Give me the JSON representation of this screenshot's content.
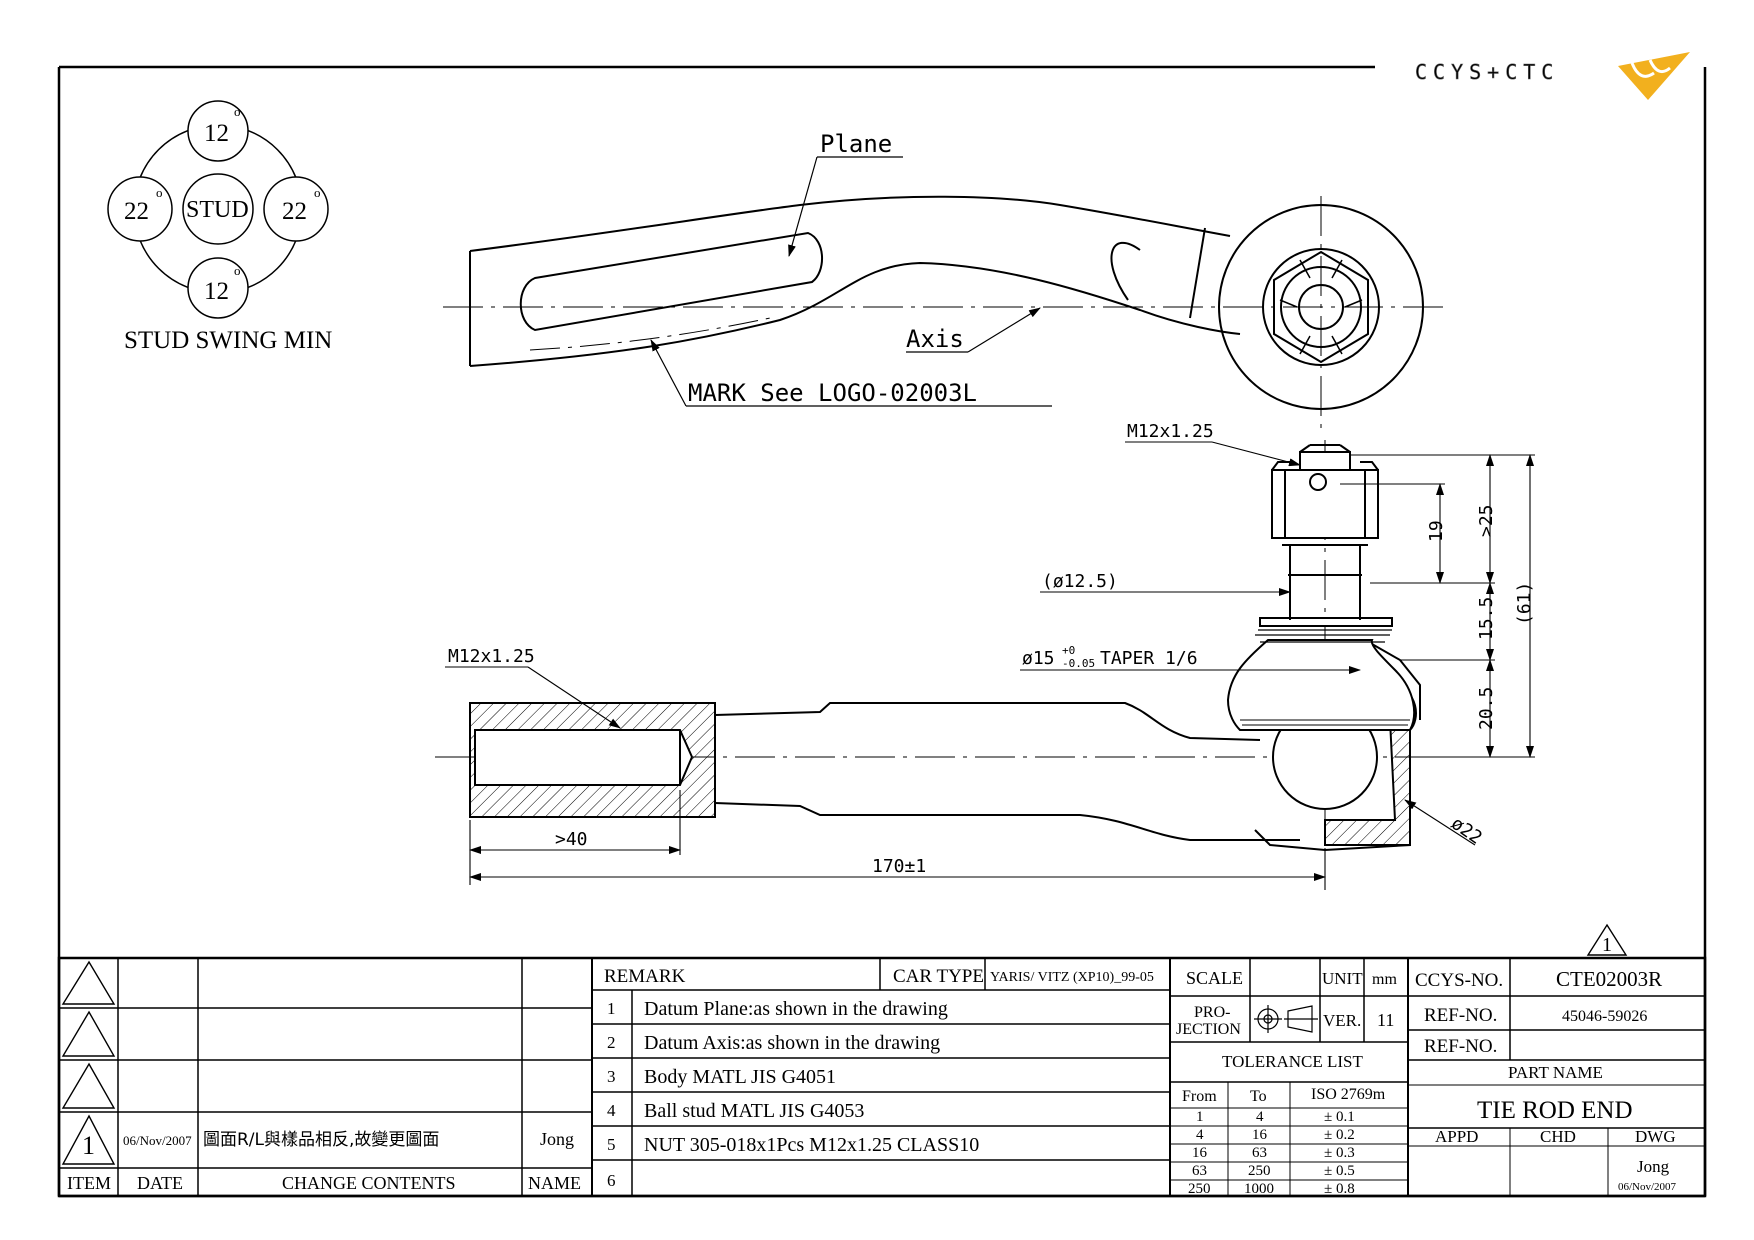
{
  "logo": {
    "text": "CCYS+CTC"
  },
  "swing": {
    "top": "12",
    "bottom": "12",
    "left": "22",
    "right": "22",
    "center": "STUD",
    "degree": "o",
    "caption": "STUD SWING MIN"
  },
  "top_view": {
    "plane_label": "Plane",
    "axis_label": "Axis",
    "mark_label": "MARK See LOGO-02003L"
  },
  "side_view": {
    "thread_top": "M12x1.25",
    "thread_body": "M12x1.25",
    "diameter_12_5": "(ø12.5)",
    "taper": "ø15",
    "taper_sup": "+0",
    "taper_sub": "-0.05",
    "taper_text": "TAPER 1/6",
    "dim_19": "19",
    "dim_25": ">25",
    "dim_15_5": "15.5",
    "dim_20_5": "20.5",
    "dim_61": "(61)",
    "dim_40": ">40",
    "dim_170": "170±1",
    "dim_22": "ø22"
  },
  "revision_mark": "1",
  "revision_table": {
    "rows": [
      {
        "item": "",
        "date": "",
        "content": "",
        "name": ""
      },
      {
        "item": "",
        "date": "",
        "content": "",
        "name": ""
      },
      {
        "item": "",
        "date": "",
        "content": "",
        "name": ""
      },
      {
        "item": "1",
        "date": "06/Nov/2007",
        "content": "圖面R/L與樣品相反,故變更圖面",
        "name": "Jong"
      }
    ],
    "headers": {
      "item": "ITEM",
      "date": "DATE",
      "content": "CHANGE CONTENTS",
      "name": "NAME"
    }
  },
  "remark": {
    "title": "REMARK",
    "car_type_label": "CAR TYPE",
    "car_type_value": "YARIS/ VITZ (XP10)_99-05",
    "items": [
      {
        "no": "1",
        "text": "Datum Plane:as shown in the drawing"
      },
      {
        "no": "2",
        "text": "Datum Axis:as shown in the drawing"
      },
      {
        "no": "3",
        "text": "Body MATL JIS G4051"
      },
      {
        "no": "4",
        "text": "Ball stud MATL JIS G4053"
      },
      {
        "no": "5",
        "text": "NUT  305-018x1Pcs M12x1.25 CLASS10"
      },
      {
        "no": "6",
        "text": ""
      }
    ]
  },
  "title_block": {
    "scale_label": "SCALE",
    "scale_value": "",
    "unit_label": "UNIT",
    "unit_value": "mm",
    "projection_label_1": "PRO-",
    "projection_label_2": "JECTION",
    "ver_label": "VER.",
    "ver_value": "11",
    "tolerance_title": "TOLERANCE LIST",
    "tol_headers": {
      "from": "From",
      "to": "To",
      "iso": "ISO 2769m"
    },
    "tolerances": [
      {
        "from": "1",
        "to": "4",
        "tol": "± 0.1"
      },
      {
        "from": "4",
        "to": "16",
        "tol": "± 0.2"
      },
      {
        "from": "16",
        "to": "63",
        "tol": "± 0.3"
      },
      {
        "from": "63",
        "to": "250",
        "tol": "± 0.5"
      },
      {
        "from": "250",
        "to": "1000",
        "tol": "± 0.8"
      }
    ],
    "ccys_no_label": "CCYS-NO.",
    "ccys_no_value": "CTE02003R",
    "ref_no_label": "REF-NO.",
    "ref_no_value": "45046-59026",
    "ref_no2_label": "REF-NO.",
    "ref_no2_value": "",
    "part_name_label": "PART NAME",
    "part_name_value": "TIE ROD END",
    "appd_label": "APPD",
    "chd_label": "CHD",
    "dwg_label": "DWG",
    "dwg_name": "Jong",
    "dwg_date": "06/Nov/2007"
  }
}
